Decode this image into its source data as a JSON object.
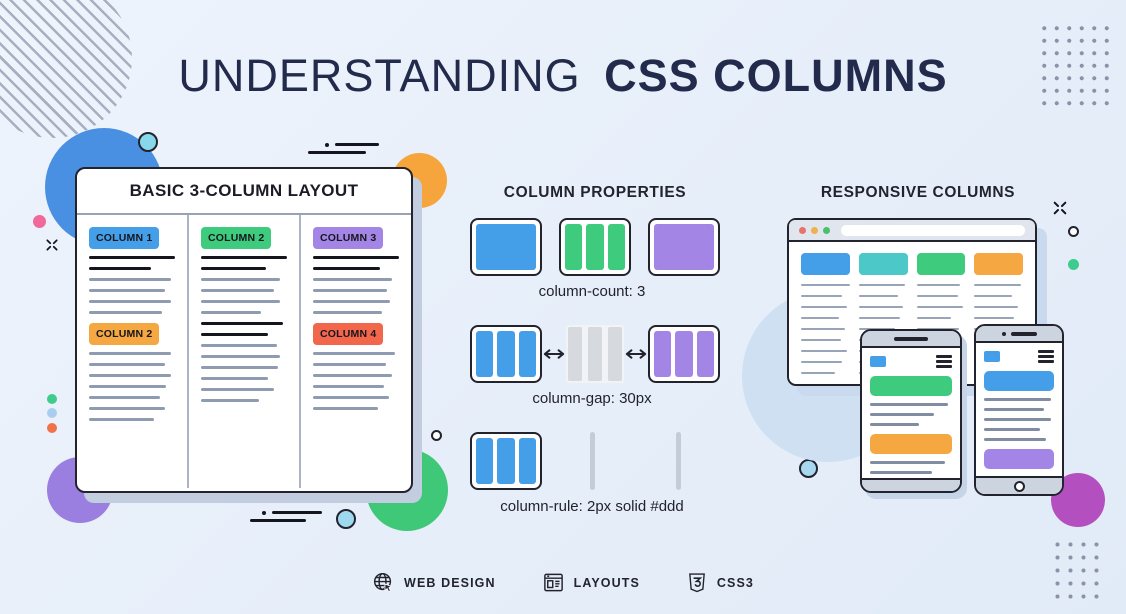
{
  "title": {
    "regular": "UNDERSTANDING",
    "bold": "CSS COLUMNS"
  },
  "palette": {
    "blue": "#459fe8",
    "teal": "#4cc8c8",
    "green": "#3ecb7e",
    "orange": "#f5a742",
    "red": "#f2664c",
    "purple": "#a385e6",
    "ink": "#23232d"
  },
  "basic_layout": {
    "heading": "BASIC 3-COLUMN LAYOUT",
    "columns": [
      {
        "items": [
          {
            "type": "chip",
            "label": "COLUMN 1",
            "color": "blue"
          },
          {
            "type": "lines",
            "tone": "dark",
            "widths": [
              100,
              72
            ]
          },
          {
            "type": "lines",
            "tone": "gray",
            "widths": [
              95,
              88,
              95,
              85
            ]
          },
          {
            "type": "chip",
            "label": "COLUMN 2",
            "color": "orange"
          },
          {
            "type": "lines",
            "tone": "gray",
            "widths": [
              95,
              88,
              95,
              90,
              82,
              88,
              75
            ]
          }
        ]
      },
      {
        "items": [
          {
            "type": "chip",
            "label": "COLUMN 2",
            "color": "green"
          },
          {
            "type": "lines",
            "tone": "dark",
            "widths": [
              100,
              75
            ]
          },
          {
            "type": "lines",
            "tone": "gray",
            "widths": [
              92,
              85,
              92,
              70
            ]
          },
          {
            "type": "lines",
            "tone": "dark",
            "widths": [
              95,
              78
            ]
          },
          {
            "type": "lines",
            "tone": "gray",
            "widths": [
              88,
              92,
              90,
              78,
              85,
              68
            ]
          }
        ]
      },
      {
        "items": [
          {
            "type": "chip",
            "label": "COLUMN 3",
            "color": "purple"
          },
          {
            "type": "lines",
            "tone": "dark",
            "widths": [
              100,
              78
            ]
          },
          {
            "type": "lines",
            "tone": "gray",
            "widths": [
              92,
              86,
              90,
              80
            ]
          },
          {
            "type": "chip",
            "label": "COLUMN 4",
            "color": "red"
          },
          {
            "type": "lines",
            "tone": "gray",
            "widths": [
              95,
              85,
              92,
              82,
              88,
              75
            ]
          }
        ]
      }
    ]
  },
  "properties": {
    "heading": "COLUMN PROPERTIES",
    "captions": {
      "count": "column-count: 3",
      "gap": "column-gap: 30px",
      "rule": "column-rule: 2px solid #ddd"
    }
  },
  "responsive": {
    "heading": "RESPONSIVE COLUMNS",
    "browser": {
      "columns": [
        {
          "color": "blue",
          "lines": [
            100,
            85,
            95,
            78,
            90,
            82,
            95,
            85,
            70
          ]
        },
        {
          "color": "teal",
          "lines": [
            95,
            80,
            90,
            85,
            75,
            92,
            80,
            88,
            65
          ]
        },
        {
          "color": "green",
          "lines": [
            90,
            85,
            95,
            70,
            88,
            80,
            92,
            75,
            60
          ]
        },
        {
          "color": "orange",
          "lines": [
            95,
            78,
            90,
            82,
            95,
            85,
            75,
            88,
            68
          ]
        }
      ]
    },
    "phones": [
      {
        "items": [
          {
            "type": "block",
            "color": "green"
          },
          {
            "type": "lines",
            "widths": [
              95,
              78,
              60
            ]
          },
          {
            "type": "block",
            "color": "orange"
          },
          {
            "type": "lines",
            "widths": [
              92,
              75,
              55
            ]
          }
        ]
      },
      {
        "items": [
          {
            "type": "block",
            "color": "blue"
          },
          {
            "type": "lines",
            "widths": [
              95,
              85,
              95,
              80,
              88
            ]
          },
          {
            "type": "block",
            "color": "purple"
          }
        ]
      }
    ]
  },
  "footer": {
    "tags": [
      {
        "icon": "globe-icon",
        "label": "WEB DESIGN"
      },
      {
        "icon": "layout-icon",
        "label": "LAYOUTS"
      },
      {
        "icon": "css3-icon",
        "label": "CSS3"
      }
    ]
  }
}
